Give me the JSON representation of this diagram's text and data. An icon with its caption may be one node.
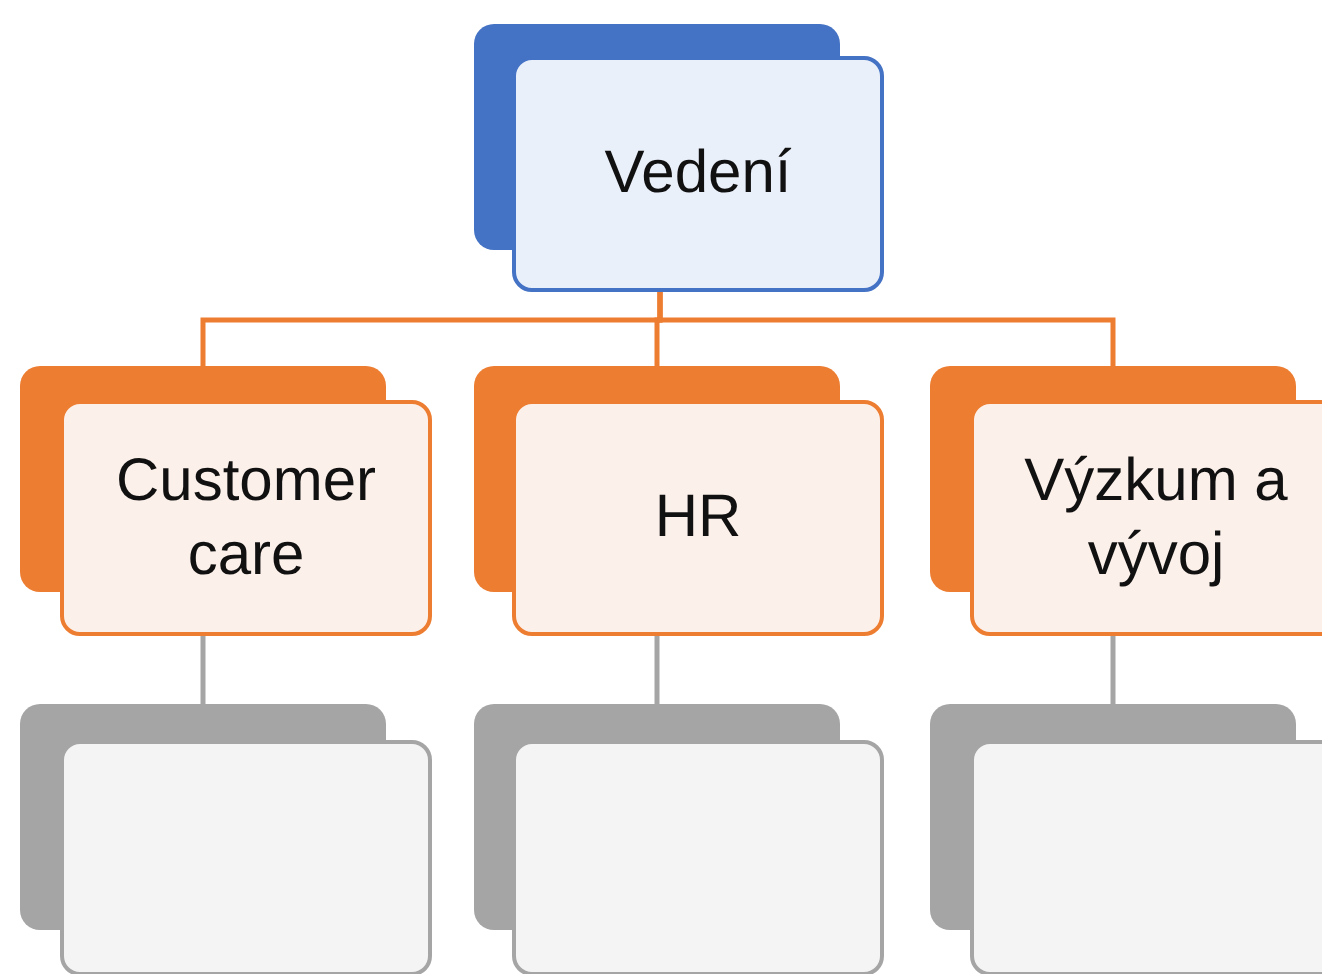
{
  "diagram": {
    "nodes": [
      {
        "text": [
          "Vedení"
        ]
      },
      {
        "text": [
          "Customer care"
        ]
      },
      {
        "text": [
          "HR"
        ]
      },
      {
        "text": [
          "Výzkum a vývoj"
        ]
      },
      {
        "text": [],
        "shape": "box"
      },
      {
        "text": [],
        "shape": "box"
      },
      {
        "text": [],
        "shape": "box"
      }
    ],
    "edges": [
      {
        "from": 0,
        "to": 1,
        "arrow": "none"
      },
      {
        "from": 0,
        "to": 2,
        "arrow": "none"
      },
      {
        "from": 0,
        "to": 3,
        "arrow": "none"
      },
      {
        "from": 1,
        "to": 4,
        "arrow": "none",
        "color": "#a5a5a5"
      },
      {
        "from": 2,
        "to": 5,
        "arrow": "none",
        "color": "#a5a5a5"
      },
      {
        "from": 3,
        "to": 6,
        "arrow": "none",
        "color": "#a5a5a5"
      }
    ]
  }
}
